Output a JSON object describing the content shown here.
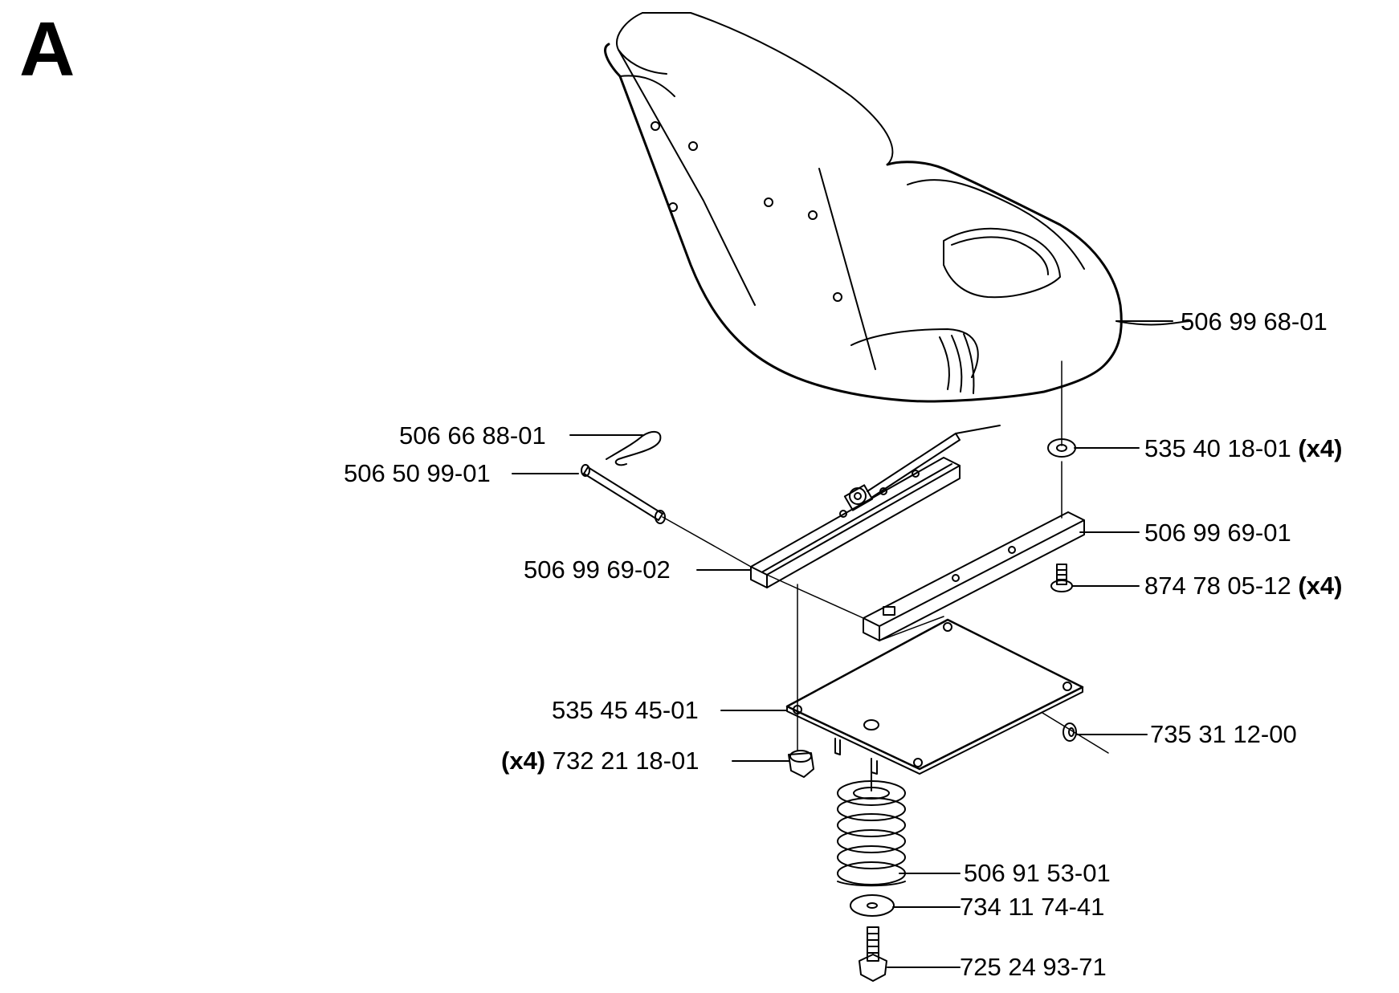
{
  "section_letter": "A",
  "parts": [
    {
      "id": "seat",
      "number": "506 99 68-01",
      "qty": ""
    },
    {
      "id": "washer-top",
      "number": "535 40 18-01",
      "qty": "(x4)"
    },
    {
      "id": "right-rail",
      "number": "506 99 69-01",
      "qty": ""
    },
    {
      "id": "screw",
      "number": "874 78 05-12",
      "qty": "(x4)"
    },
    {
      "id": "hairpin-clip",
      "number": "506 66 88-01",
      "qty": ""
    },
    {
      "id": "pin",
      "number": "506 50 99-01",
      "qty": ""
    },
    {
      "id": "left-rail",
      "number": "506 99 69-02",
      "qty": ""
    },
    {
      "id": "seat-plate",
      "number": "535 45 45-01",
      "qty": ""
    },
    {
      "id": "lock-nut",
      "number": "732 21 18-01",
      "qty": "(x4)"
    },
    {
      "id": "nut-small",
      "number": "735 31 12-00",
      "qty": ""
    },
    {
      "id": "spring",
      "number": "506 91 53-01",
      "qty": ""
    },
    {
      "id": "washer-bottom",
      "number": "734 11 74-41",
      "qty": ""
    },
    {
      "id": "bolt",
      "number": "725 24 93-71",
      "qty": ""
    }
  ]
}
